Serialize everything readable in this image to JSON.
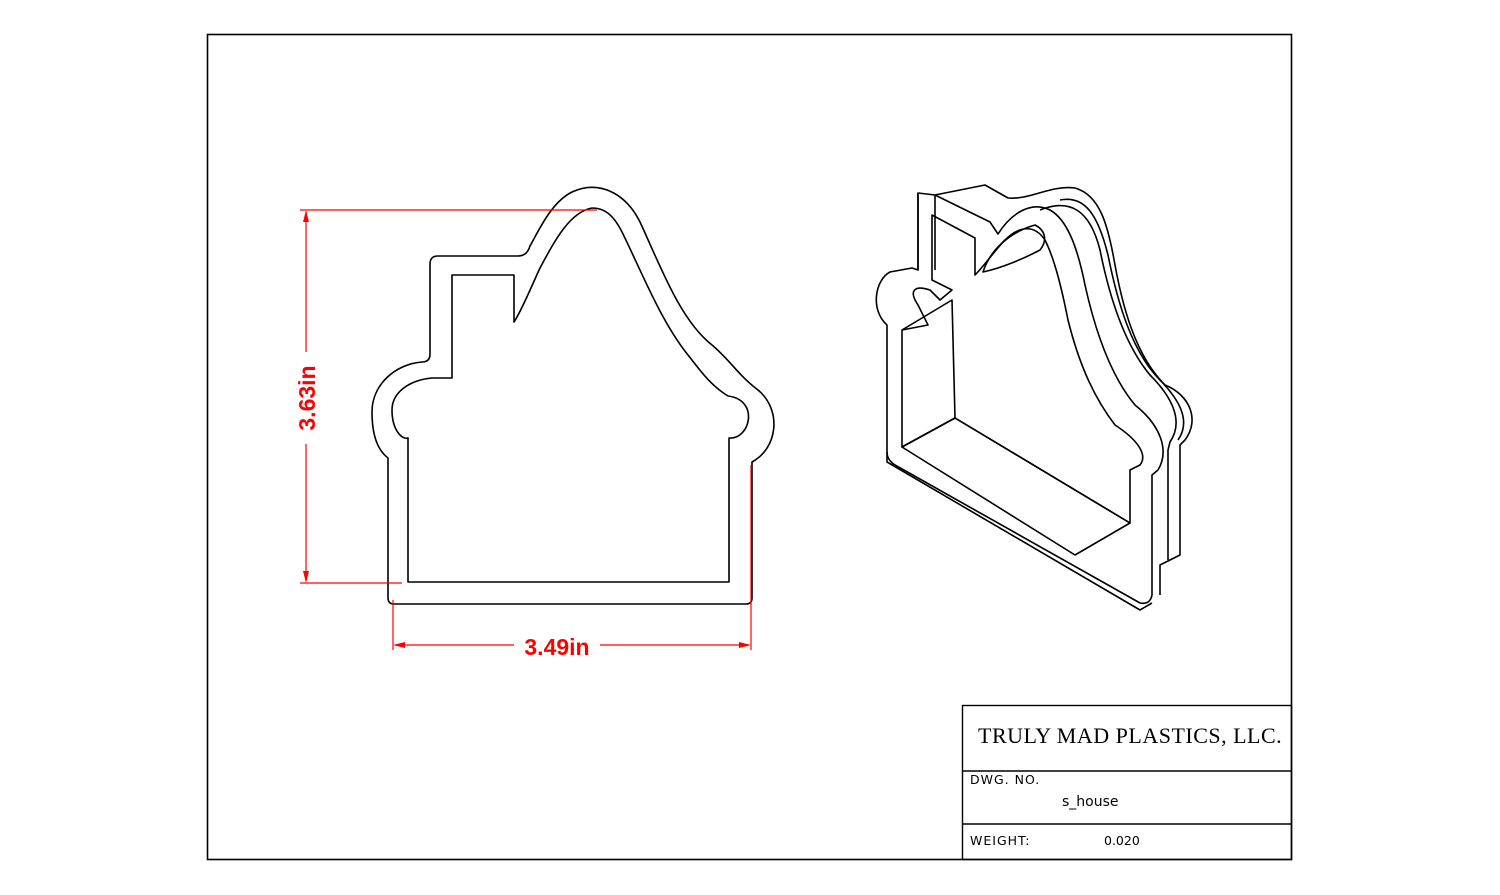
{
  "dimensions": {
    "height_label": "3.63in",
    "width_label": "3.49in",
    "color": "#ff0000"
  },
  "title_block": {
    "company": "TRULY MAD PLASTICS, LLC.",
    "dwg_no_label": "DWG.  NO.",
    "dwg_no_value": "s_house",
    "weight_label": "WEIGHT:",
    "weight_value": "0.020"
  },
  "views": [
    "front-view",
    "isometric-view"
  ]
}
